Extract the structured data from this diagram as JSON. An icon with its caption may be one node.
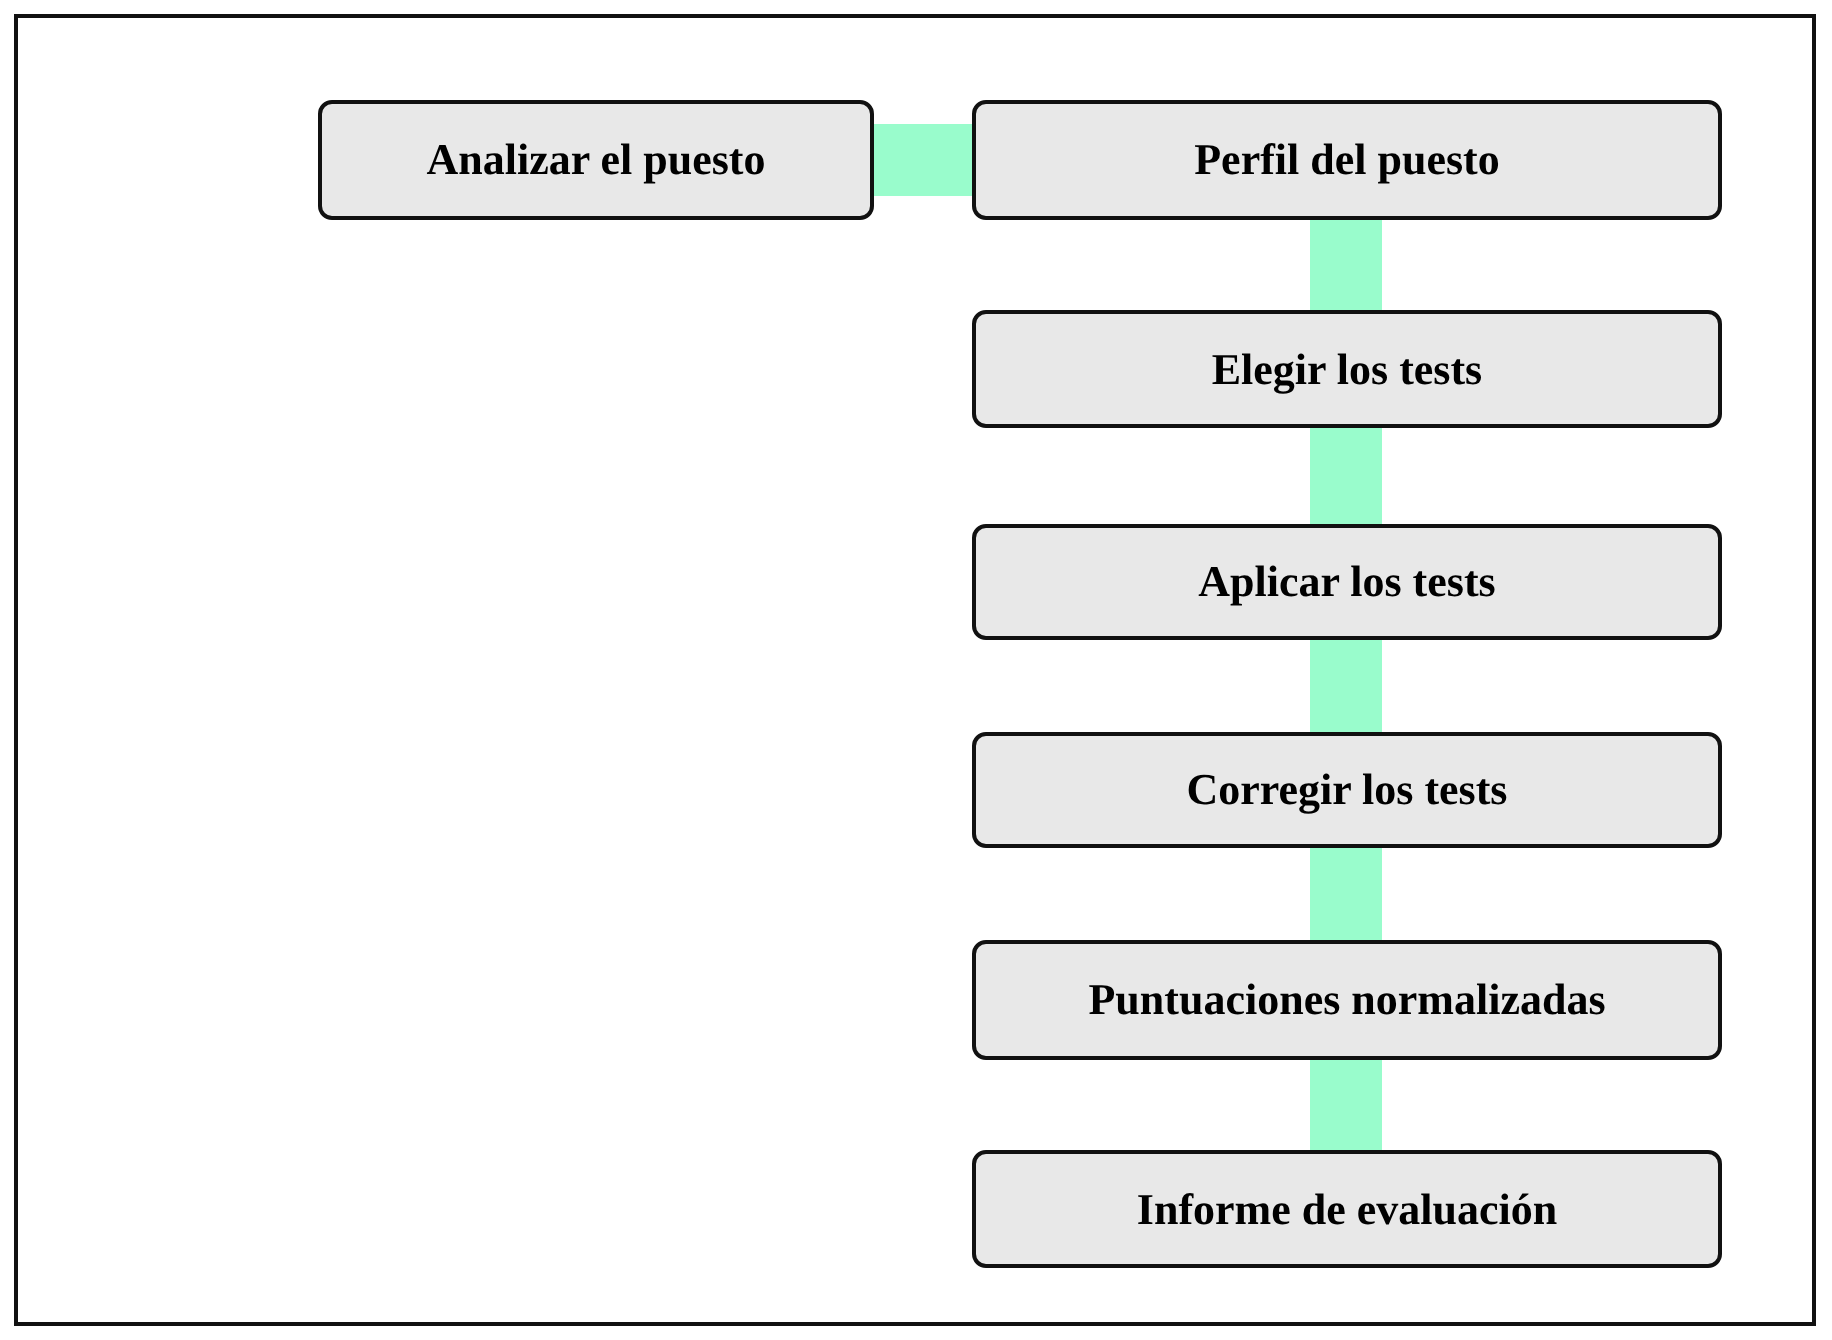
{
  "diagram": {
    "nodes": [
      {
        "text": [
          "Analizar el puesto"
        ]
      },
      {
        "text": [
          "Perfil del puesto"
        ]
      },
      {
        "text": [
          "Elegir los tests"
        ]
      },
      {
        "text": [
          "Aplicar los tests"
        ]
      },
      {
        "text": [
          "Corregir los tests"
        ]
      },
      {
        "text": [
          "Puntuaciones normalizadas"
        ]
      },
      {
        "text": [
          "Informe de evaluación"
        ]
      }
    ],
    "edges": [
      {
        "from": 0,
        "to": 1,
        "arrow": "none"
      },
      {
        "from": 1,
        "to": 2,
        "arrow": "none"
      },
      {
        "from": 2,
        "to": 3,
        "arrow": "none"
      },
      {
        "from": 3,
        "to": 4,
        "arrow": "none"
      },
      {
        "from": 4,
        "to": 5,
        "arrow": "none"
      },
      {
        "from": 5,
        "to": 6,
        "arrow": "none"
      }
    ]
  }
}
